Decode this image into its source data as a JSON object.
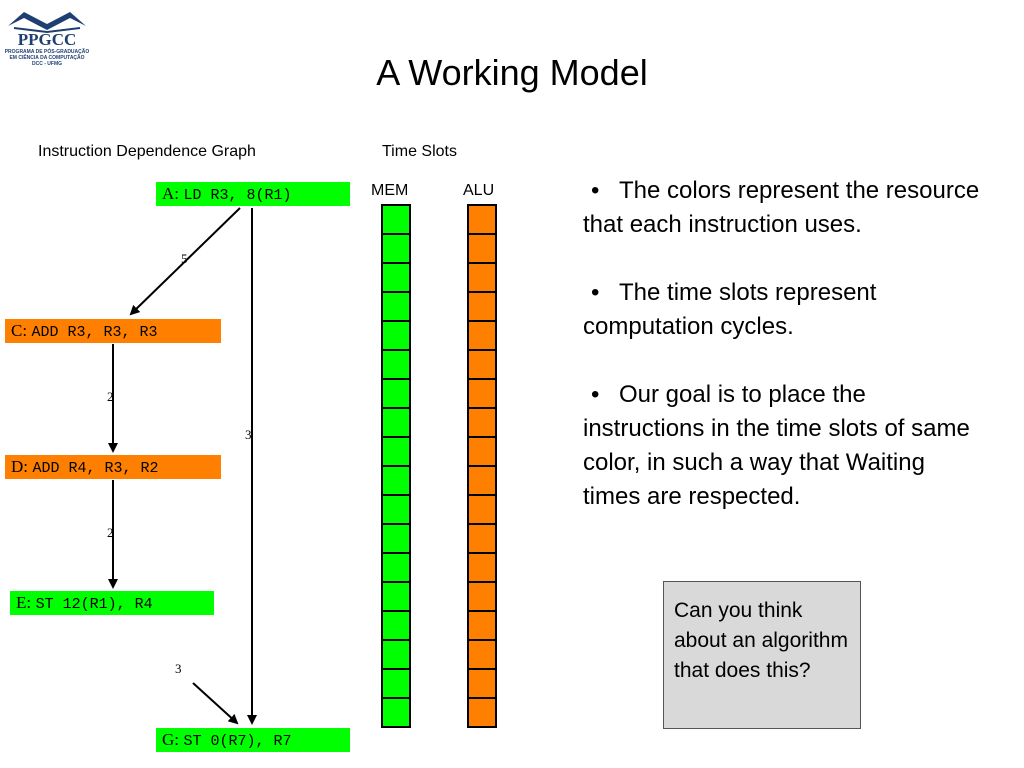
{
  "logo": {
    "text": "PPGCC",
    "sub1": "PROGRAMA DE PÓS-GRADUAÇÃO",
    "sub2": "EM CIÊNCIA DA COMPUTAÇÃO",
    "sub3": "DCC - UFMG"
  },
  "title": "A Working Model",
  "graph_label": "Instruction Dependence Graph",
  "slots_label": "Time Slots",
  "columns": {
    "mem": "MEM",
    "alu": "ALU",
    "slot_count": 18,
    "mem_color": "#00ff00",
    "alu_color": "#ff8000"
  },
  "nodes": {
    "A": {
      "prefix": "A:",
      "code": "LD R3, 8(R1)"
    },
    "C": {
      "prefix": "C:",
      "code": "ADD R3, R3, R3"
    },
    "D": {
      "prefix": "D:",
      "code": "ADD R4, R3, R2"
    },
    "E": {
      "prefix": "E:",
      "code": "ST 12(R1), R4"
    },
    "G": {
      "prefix": "G:",
      "code": "ST 0(R7), R7"
    }
  },
  "edges": {
    "a_c": "5",
    "c_d": "2",
    "d_e": "2",
    "e_g": "3",
    "a_g": "3"
  },
  "bullets": [
    {
      "dot": "•",
      "text": "The colors represent the resource that each instruction uses."
    },
    {
      "dot": "•",
      "text": "The time slots represent computation cycles."
    },
    {
      "dot": "•",
      "text": "Our goal is to place the instructions in the time slots of same color, in such a way that Waiting times are respected."
    }
  ],
  "callout": "Can you think about an algorithm that does this?"
}
